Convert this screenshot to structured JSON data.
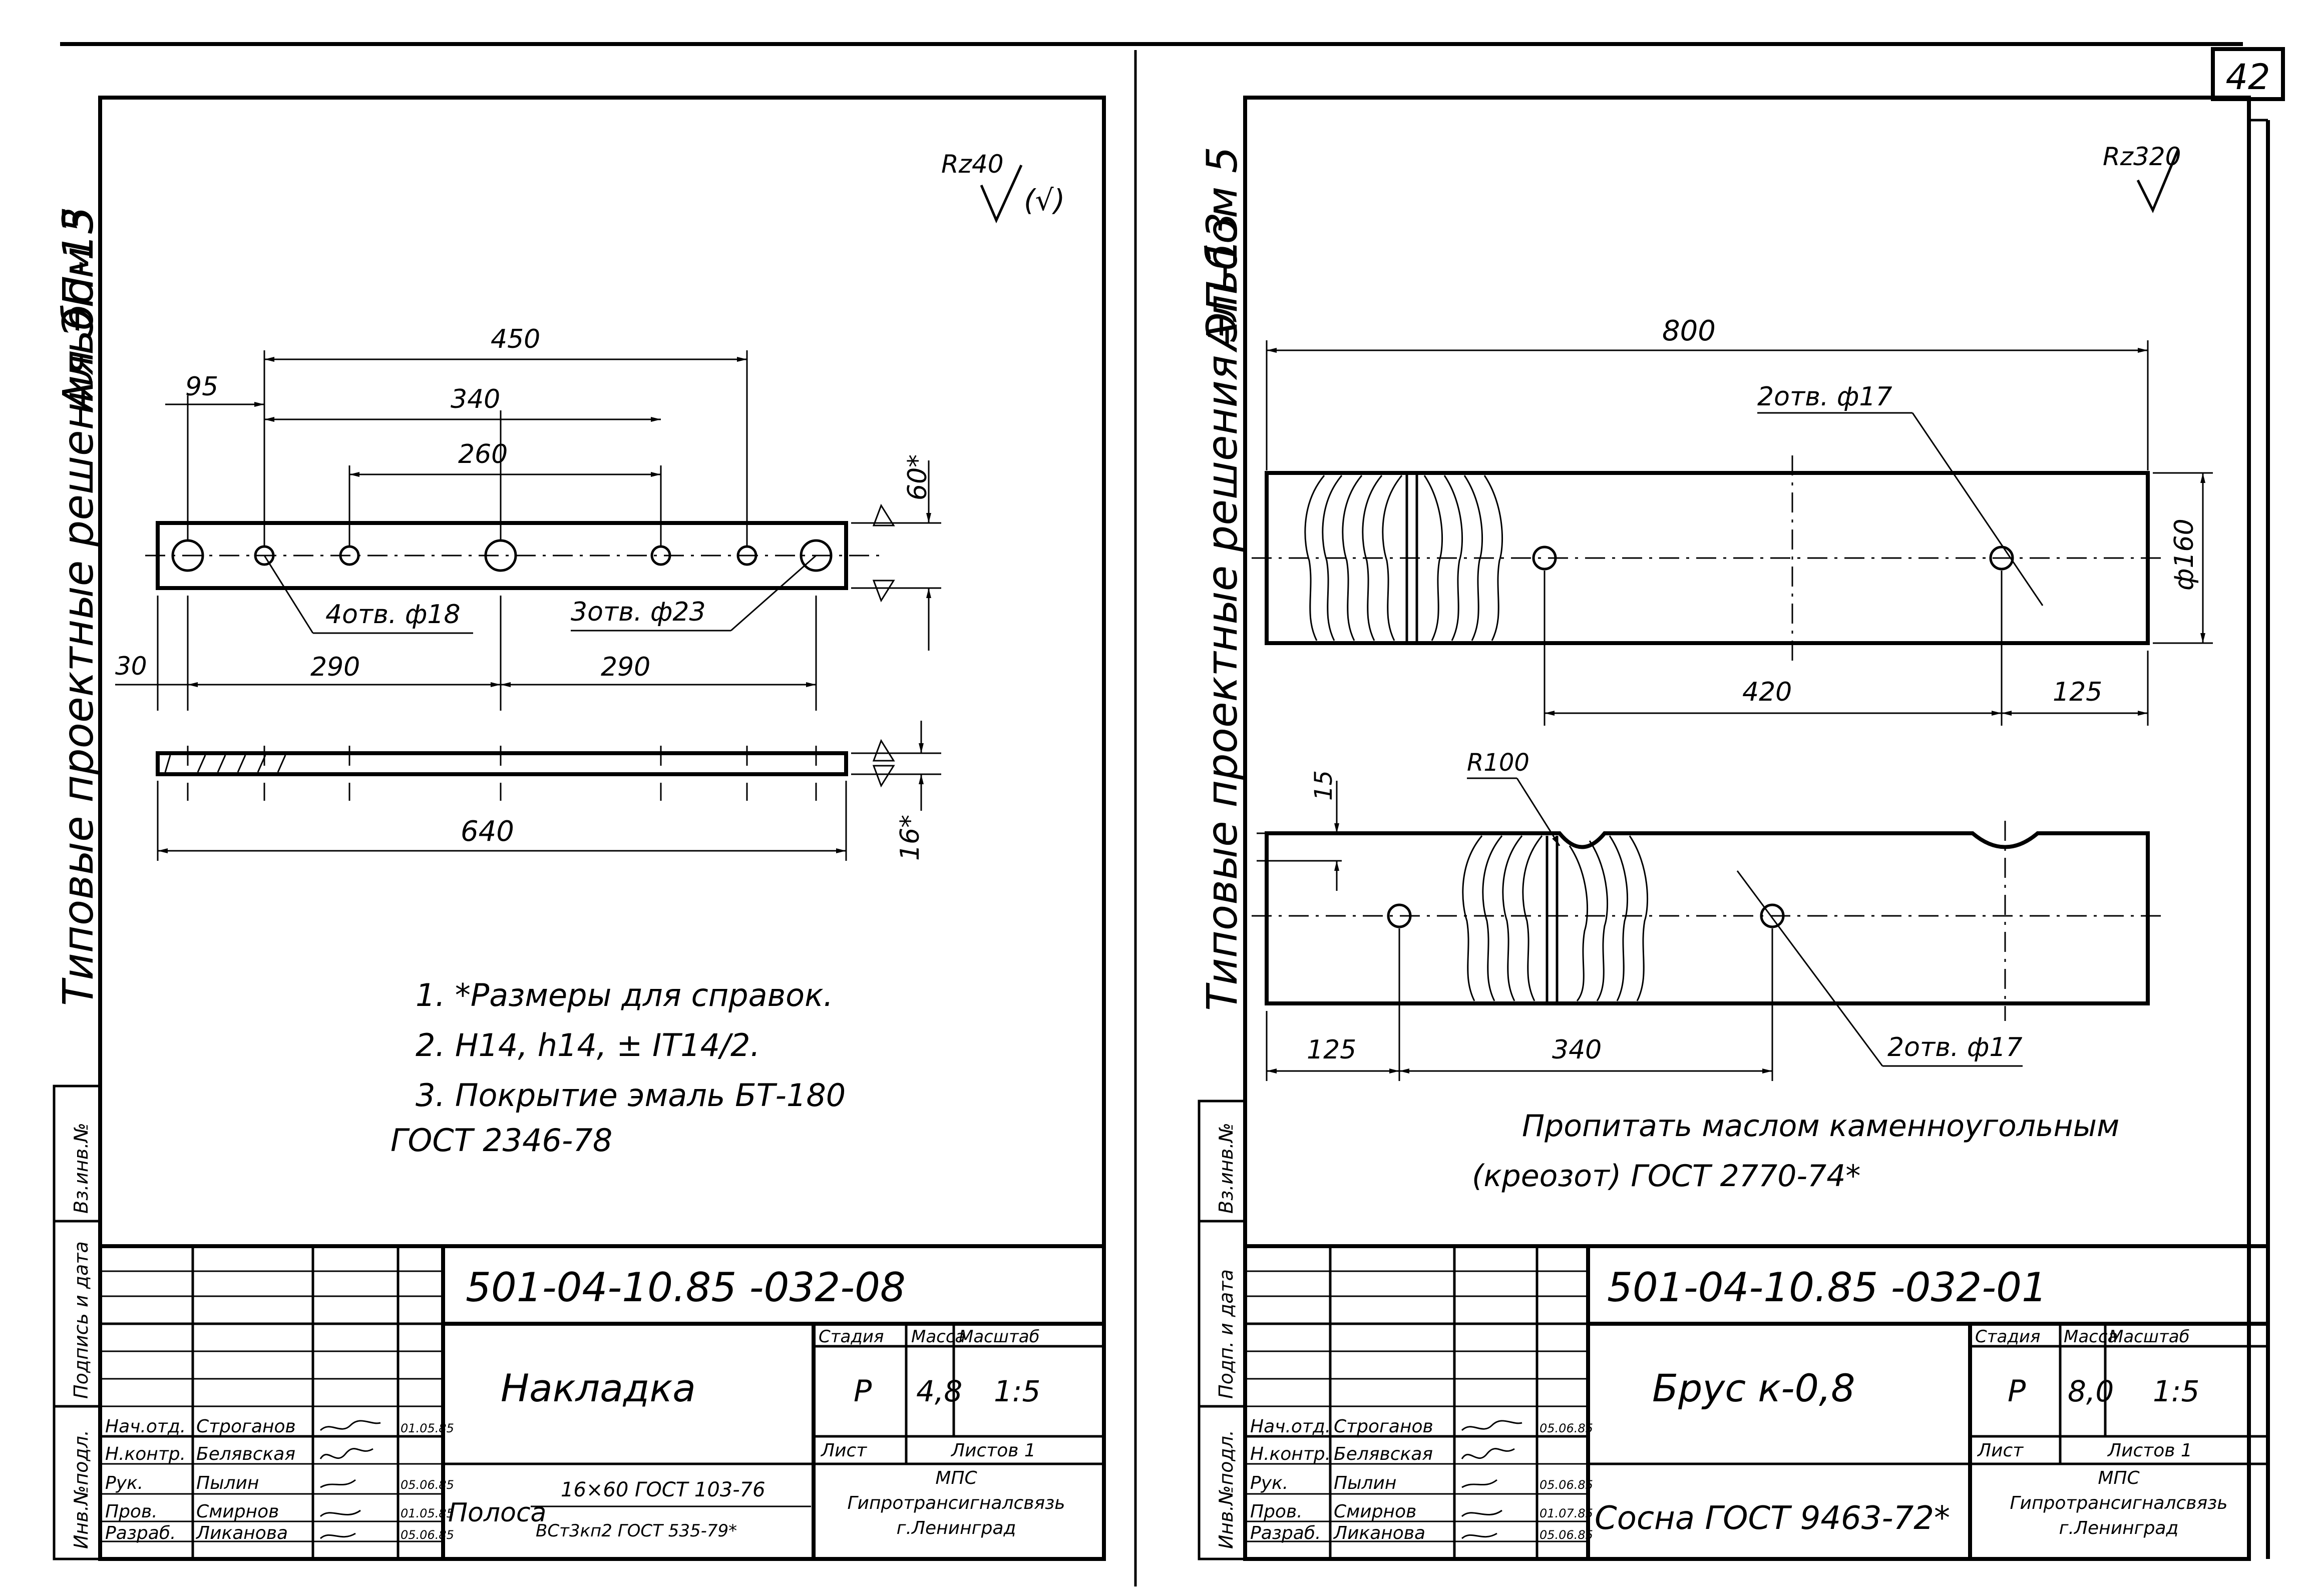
{
  "page_number": "42",
  "left_sheet": {
    "side_title": {
      "series": "Типовые проектные решения ЭП-13",
      "album": "Альбом 5"
    },
    "roughness": "Rz40",
    "roughness_paren": "(√)",
    "dims": {
      "d450": "450",
      "d340": "340",
      "d260": "260",
      "d95": "95",
      "d60": "60*",
      "d30": "30",
      "d290a": "290",
      "d290b": "290",
      "d640": "640",
      "d16": "16*"
    },
    "holes_a": "4отв. ф18",
    "holes_b": "3отв. ф23",
    "notes": [
      "1. *Размеры для справок.",
      "2. H14, h14, ± IT14/2.",
      "3. Покрытие эмаль БТ-180",
      "ГОСТ 2346-78"
    ],
    "title_block": {
      "doc_code": "501-04-10.85 -032-08",
      "name": "Накладка",
      "col_stage": "Стадия",
      "col_mass": "Масса",
      "col_scale": "Масштаб",
      "stage": "Р",
      "mass": "4,8",
      "scale": "1:5",
      "sheet": "Лист",
      "sheets": "Листов 1",
      "material_label": "Полоса",
      "material_top": "16×60 ГОСТ 103-76",
      "material_bottom": "ВСт3кп2 ГОСТ 535-79*",
      "org1": "МПС",
      "org2": "Гипротрансигналсвязь",
      "org3": "г.Ленинград",
      "roles": [
        "Нач.отд.",
        "Н.контр.",
        "Рук.",
        "Пров.",
        "Разраб."
      ],
      "names": [
        "Строганов",
        "Белявская",
        "Пылин",
        "Смирнов",
        "Ликанова"
      ],
      "dates": [
        "01.05.85",
        "",
        "05.06.85",
        "01.05.85",
        "05.06.85"
      ],
      "side_labels": [
        "Инв.№подл.",
        "Подпись и дата",
        "Вз.инв.№"
      ]
    }
  },
  "right_sheet": {
    "side_title": {
      "series": "Типовые проектные решения ЭП-13",
      "album": "Альбом 5"
    },
    "roughness": "Rz320",
    "dims": {
      "d800": "800",
      "d160": "ф160",
      "d420": "420",
      "d125a": "125",
      "d15": "15",
      "r100": "R100",
      "d125b": "125",
      "d340": "340"
    },
    "holes_a": "2отв. ф17",
    "holes_b": "2отв. ф17",
    "notes": [
      "Пропитать маслом каменноугольным",
      "(креозот)   ГОСТ 2770-74*"
    ],
    "title_block": {
      "doc_code": "501-04-10.85 -032-01",
      "name": "Брус к-0,8",
      "col_stage": "Стадия",
      "col_mass": "Масса",
      "col_scale": "Масштаб",
      "stage": "Р",
      "mass": "8,0",
      "scale": "1:5",
      "sheet": "Лист",
      "sheets": "Листов 1",
      "material": "Сосна ГОСТ 9463-72*",
      "org1": "МПС",
      "org2": "Гипротрансигналсвязь",
      "org3": "г.Ленинград",
      "roles": [
        "Нач.отд.",
        "Н.контр.",
        "Рук.",
        "Пров.",
        "Разраб."
      ],
      "names": [
        "Строганов",
        "Белявская",
        "Пылин",
        "Смирнов",
        "Ликанова"
      ],
      "dates": [
        "05.06.85",
        "",
        "05.06.85",
        "01.07.85",
        "05.06.85"
      ],
      "side_labels": [
        "Инв.№подл.",
        "Подп. и дата",
        "Вз.инв.№"
      ]
    }
  }
}
